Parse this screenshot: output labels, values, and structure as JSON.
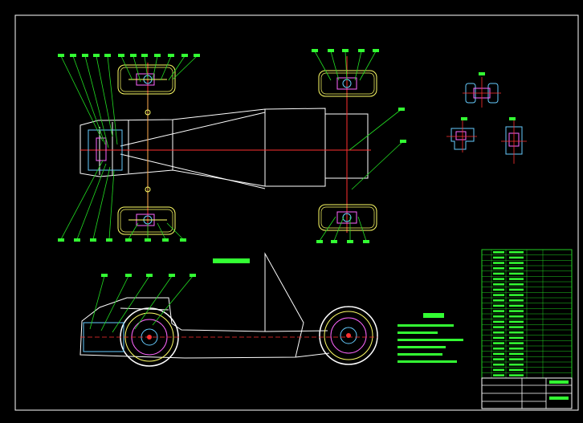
{
  "drawing": {
    "background": "#000000",
    "colors": {
      "frame": "#ffffff",
      "chassis": "#ffffff",
      "wheel": "#ffff66",
      "center_line": "#ff3030",
      "leader": "#22dd22",
      "callout_tag": "#33ff33",
      "brake_detail": "#ff66ff",
      "hub": "#66ccff",
      "title_block": "#22cc22",
      "notes": "#33ff33"
    },
    "views": [
      "top-plan-view",
      "side-elevation-view",
      "detail-views",
      "title-block"
    ],
    "icons": [
      "wheel-icon",
      "brake-caliper-icon",
      "tie-rod-icon"
    ]
  }
}
